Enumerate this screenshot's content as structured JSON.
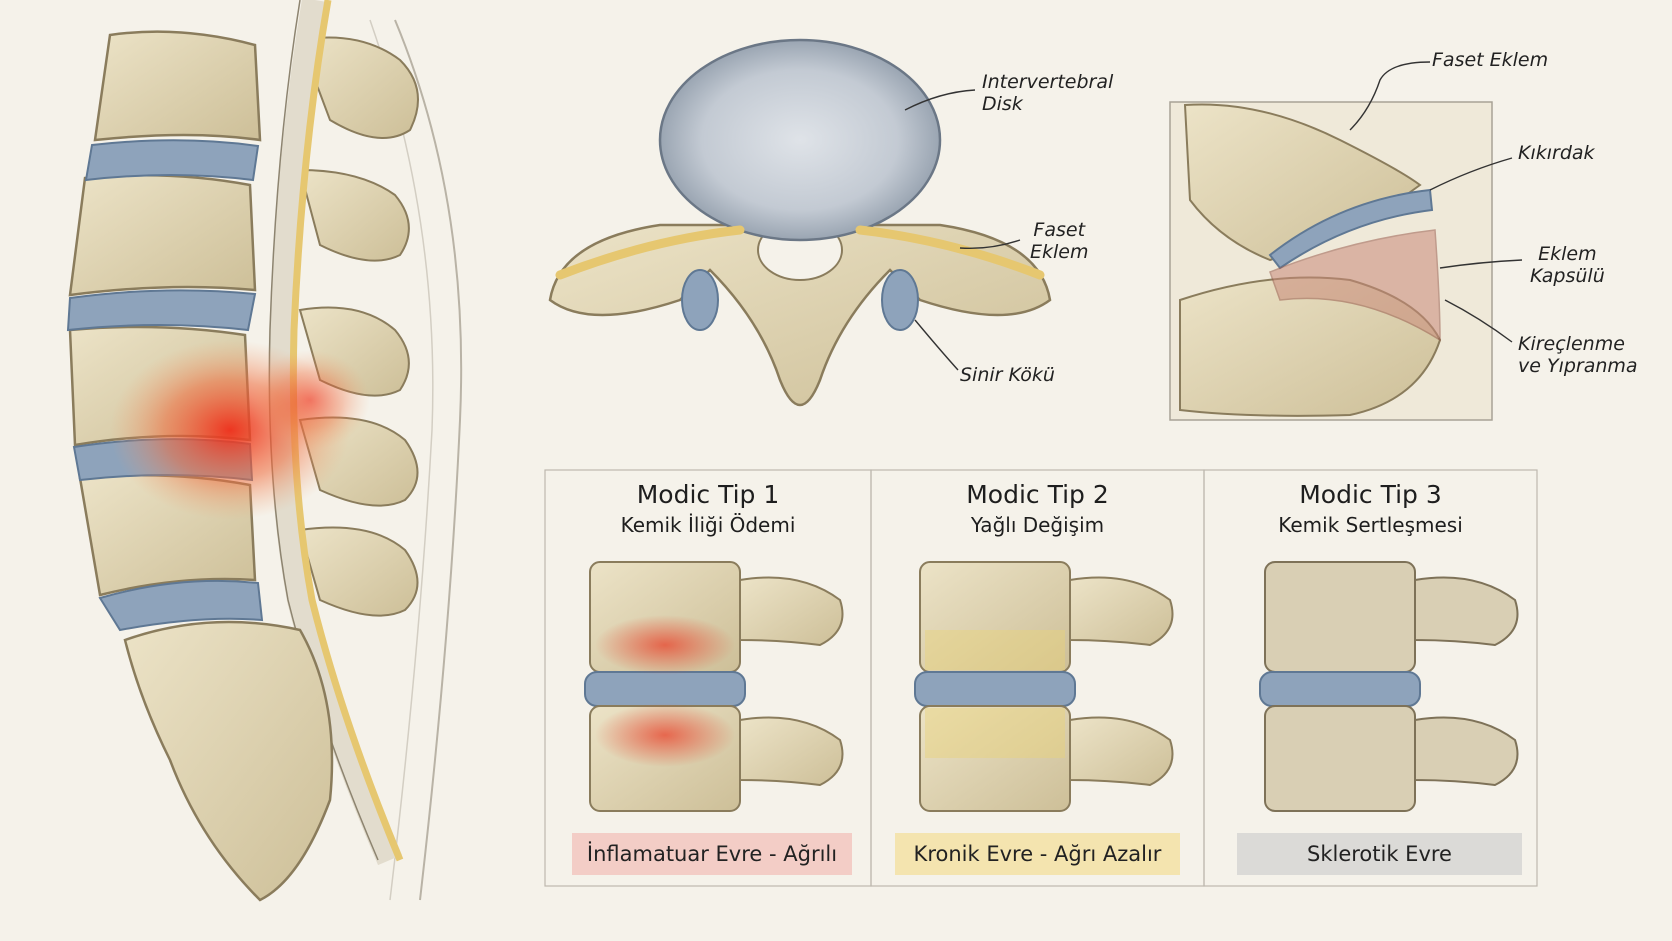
{
  "colors": {
    "bone": "#ddd2b2",
    "bone_dark": "#9c8f6e",
    "disc": "#8ea3bb",
    "disc_dark": "#5f7894",
    "nerve": "#e6c770",
    "inflammation": "#e8432c",
    "fatty": "#e8d27a",
    "background": "#f5f2ea",
    "tag_red": "#f2c7c0",
    "tag_yellow": "#f3e2a4",
    "tag_gray": "#d6d6d4"
  },
  "axial_labels": {
    "disc_line1": "Intervertebral",
    "disc_line2": "Disk",
    "facet_line1": "Faset",
    "facet_line2": "Eklem",
    "nerve_root": "Sinir Kökü"
  },
  "facet_labels": {
    "facet_joint": "Faset Eklem",
    "cartilage": "Kıkırdak",
    "capsule_line1": "Eklem",
    "capsule_line2": "Kapsülü",
    "degeneration_line1": "Kireçlenme",
    "degeneration_line2": "ve Yıpranma"
  },
  "modic": [
    {
      "title": "Modic Tip 1",
      "subtitle": "Kemik İliği Ödemi",
      "stage": "İnflamatuar Evre - Ağrılı"
    },
    {
      "title": "Modic Tip 2",
      "subtitle": "Yağlı Değişim",
      "stage": "Kronik Evre - Ağrı Azalır"
    },
    {
      "title": "Modic Tip 3",
      "subtitle": "Kemik Sertleşmesi",
      "stage": "Sklerotik Evre"
    }
  ]
}
